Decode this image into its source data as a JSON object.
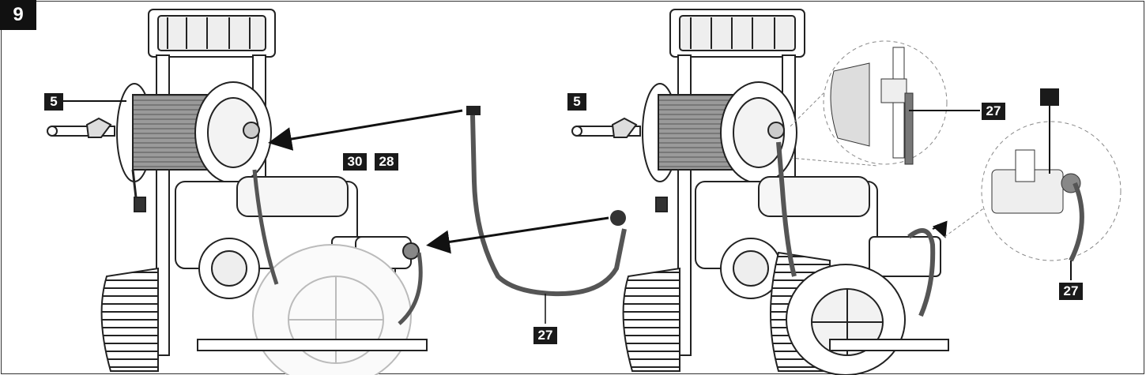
{
  "figure": {
    "number": "9"
  },
  "labels": {
    "left_reel": "5",
    "right_reel": "5",
    "part_30": "30",
    "part_28": "28",
    "hose_left": "27",
    "hose_zoom_top": "27",
    "hose_zoom_bottom": "27",
    "blank_tag": ""
  },
  "colors": {
    "ink": "#1a1a1a",
    "hose": "#444444",
    "paper": "#ffffff"
  }
}
